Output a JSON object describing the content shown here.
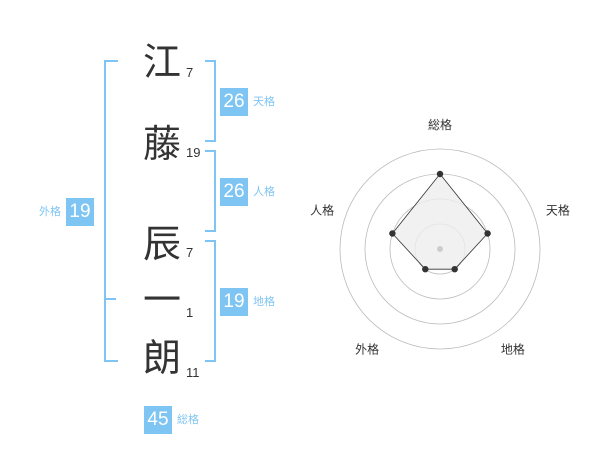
{
  "name": {
    "characters": [
      {
        "char": "江",
        "strokes": "7"
      },
      {
        "char": "藤",
        "strokes": "19"
      },
      {
        "char": "辰",
        "strokes": "7"
      },
      {
        "char": "一",
        "strokes": "1"
      },
      {
        "char": "朗",
        "strokes": "11"
      }
    ]
  },
  "fortunes": {
    "tenkaku": {
      "label": "天格",
      "value": "26"
    },
    "jinkaku": {
      "label": "人格",
      "value": "26"
    },
    "chikaku": {
      "label": "地格",
      "value": "19"
    },
    "gaikaku": {
      "label": "外格",
      "value": "19"
    },
    "soukaku": {
      "label": "総格",
      "value": "45"
    }
  },
  "radar": {
    "axes": [
      "総格",
      "天格",
      "地格",
      "外格",
      "人格"
    ],
    "levels": 4,
    "values": [
      3,
      2,
      1,
      1,
      2
    ],
    "colors": {
      "ring": "#bbbbbb",
      "fill": "#eeeeee",
      "line": "#333333",
      "point": "#333333",
      "center": "#cccccc"
    }
  },
  "colors": {
    "accent": "#7fc5f3",
    "text": "#333333"
  }
}
